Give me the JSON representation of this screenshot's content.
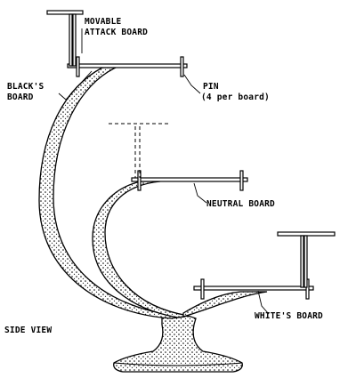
{
  "labels": {
    "movable_attack_board_line1": "MOVABLE",
    "movable_attack_board_line2": "ATTACK BOARD",
    "blacks_board_line1": "BLACK'S",
    "blacks_board_line2": "BOARD",
    "pin_line1": "PIN",
    "pin_line2": "(4 per board)",
    "neutral_board": "NEUTRAL BOARD",
    "whites_board": "WHITE'S BOARD",
    "side_view": "SIDE VIEW"
  }
}
